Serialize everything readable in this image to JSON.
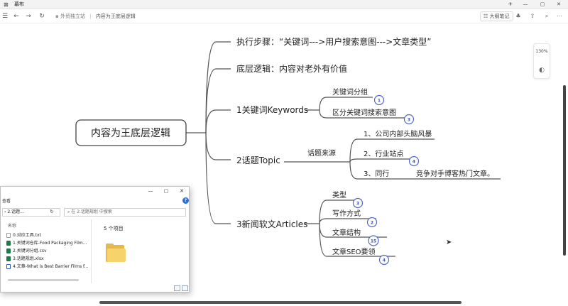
{
  "app": {
    "title": "幕布",
    "window_controls": [
      "—",
      "▢",
      "✕"
    ]
  },
  "toolbar": {
    "breadcrumb": {
      "folder": "外贸独立站",
      "current": "内容为王底层逻辑"
    },
    "outline_button": "大纲笔记"
  },
  "zoom": {
    "label": "130%"
  },
  "mindmap": {
    "root": "内容为王底层逻辑",
    "branches": [
      {
        "label": "执行步骤：“关键词--->用户搜索意图--->文章类型”"
      },
      {
        "label": "底层逻辑：内容对老外有价值"
      },
      {
        "label": "1关键词Keywords",
        "children": [
          {
            "label": "关键词分组",
            "badge": "1"
          },
          {
            "label": "区分关键词搜索意图",
            "badge": "3"
          }
        ]
      },
      {
        "label": "2话题Topic",
        "children": [
          {
            "label": "话题来源",
            "children": [
              {
                "label": "1、公司内部头脑风暴"
              },
              {
                "label": "2、行业站点",
                "badge": "4"
              },
              {
                "label": "3、同行",
                "note": "竞争对手博客热门文章。"
              }
            ]
          }
        ]
      },
      {
        "label": "3新闻软文Articles",
        "children": [
          {
            "label": "类型",
            "badge": "3"
          },
          {
            "label": "写作方式",
            "badge": "2"
          },
          {
            "label": "文章结构",
            "badge": "15"
          },
          {
            "label": "文章SEO要领",
            "badge": "4"
          }
        ]
      }
    ]
  },
  "explorer": {
    "view_label": "查看",
    "address": "2.话题...",
    "search_placeholder": "在 2.话题规划 中搜索",
    "column_name": "名称",
    "item_count": "5 个项目",
    "files": [
      {
        "name": "0.对应工具.txt",
        "icon": "text-file-icon"
      },
      {
        "name": "1.关键词仓库-Food Packaging Film...",
        "icon": "excel-file-icon"
      },
      {
        "name": "2.关键词分组.csv",
        "icon": "excel-file-icon"
      },
      {
        "name": "3.话题规划.xlsx",
        "icon": "excel-file-icon"
      },
      {
        "name": "4.文章-What is Best Barrier Films f...",
        "icon": "word-file-icon"
      }
    ]
  },
  "colors": {
    "branch_line": "#555555",
    "badge_stroke": "#5468c8",
    "folder": "#f6d36b"
  }
}
